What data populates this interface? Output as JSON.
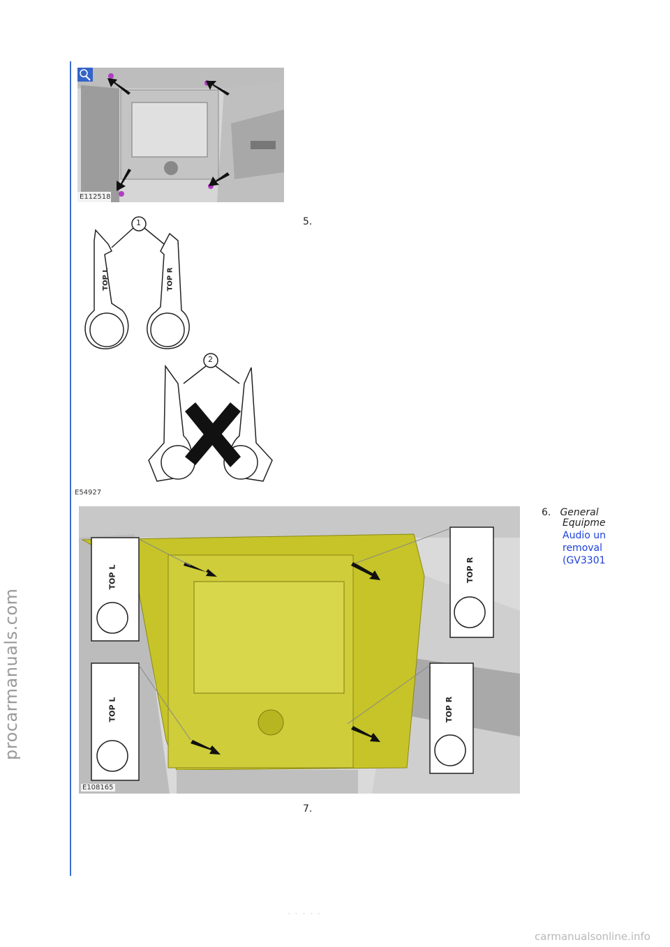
{
  "watermarks": {
    "side": "procarmanuals.com",
    "bottom": "carmanualsonline.info"
  },
  "figures": {
    "fig1": {
      "label": "E112518"
    },
    "fig2": {
      "label": "E54927",
      "callout1": "1",
      "callout2": "2",
      "tool_left": "TOP L",
      "tool_right": "TOP R"
    },
    "fig3": {
      "label": "E108165",
      "tool_left": "TOP L",
      "tool_right": "TOP R"
    }
  },
  "steps": {
    "step5": {
      "number": "5."
    },
    "step6": {
      "number": "6.",
      "line1": "General",
      "line2": "Equipme",
      "link1": "Audio un",
      "link2": "removal",
      "link3": "(GV3301"
    },
    "step7": {
      "number": "7."
    }
  },
  "page_footer": "- - -   - -"
}
